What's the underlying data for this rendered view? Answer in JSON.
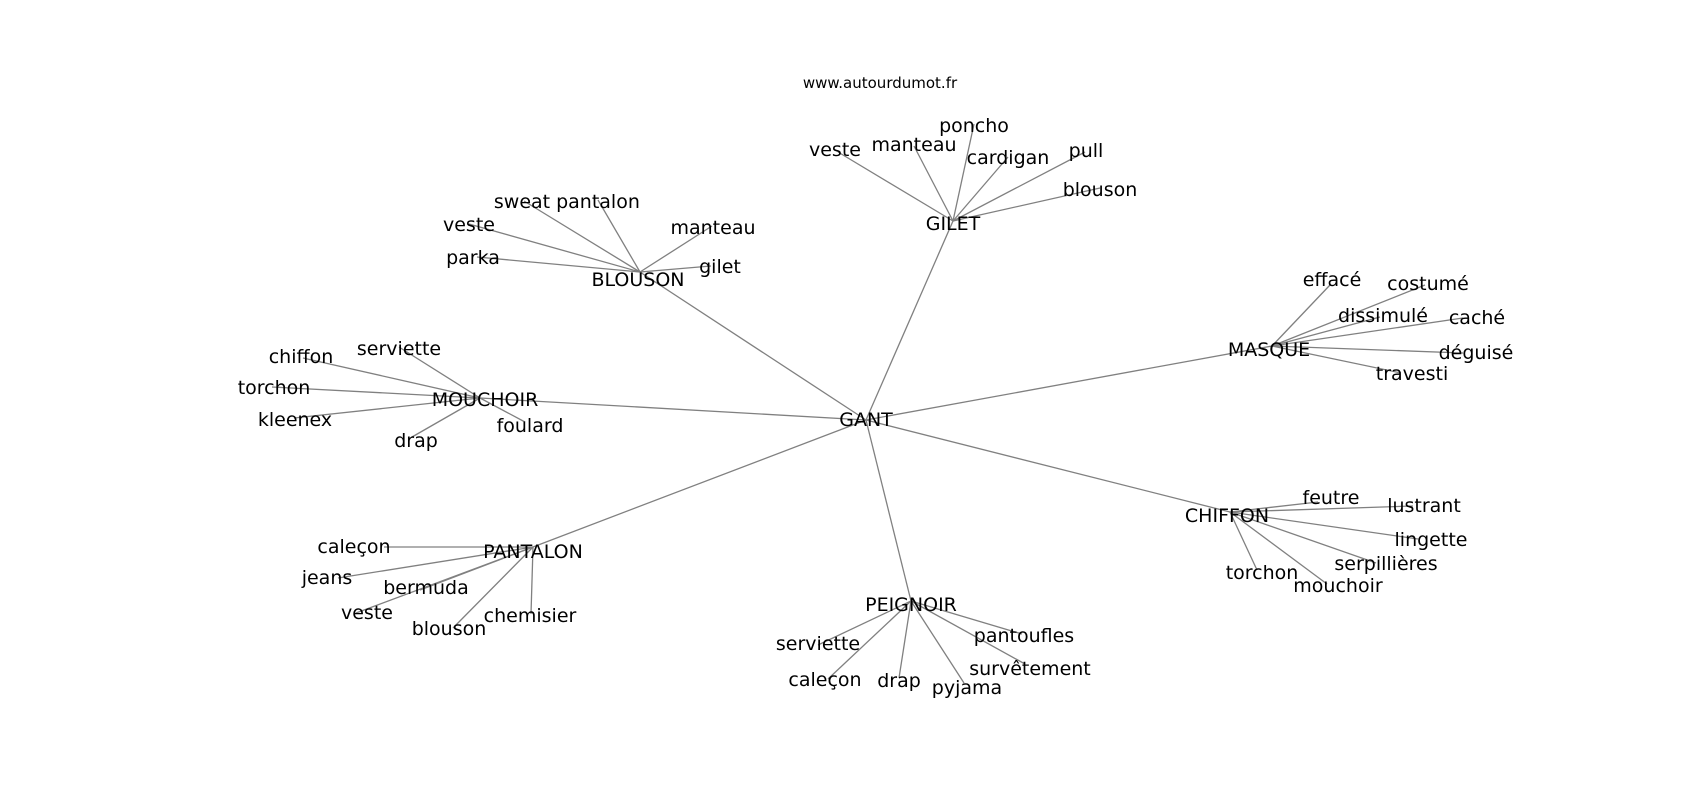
{
  "source": "www.autourdumot.fr",
  "colors": {
    "edge": "#808080",
    "text": "#000000",
    "background": "#ffffff"
  },
  "graph": {
    "root": "GANT",
    "clusters": [
      {
        "label": "GILET",
        "children": [
          "veste",
          "manteau",
          "poncho",
          "cardigan",
          "pull",
          "blouson"
        ]
      },
      {
        "label": "BLOUSON",
        "children": [
          "sweat",
          "pantalon",
          "veste",
          "manteau",
          "parka",
          "gilet"
        ]
      },
      {
        "label": "MOUCHOIR",
        "children": [
          "chiffon",
          "serviette",
          "torchon",
          "kleenex",
          "drap",
          "foulard"
        ]
      },
      {
        "label": "MASQUE",
        "children": [
          "effacé",
          "costumé",
          "dissimulé",
          "caché",
          "déguisé",
          "travesti"
        ]
      },
      {
        "label": "CHIFFON",
        "children": [
          "feutre",
          "lustrant",
          "lingette",
          "serpillières",
          "torchon",
          "mouchoir"
        ]
      },
      {
        "label": "PANTALON",
        "children": [
          "caleçon",
          "jeans",
          "bermuda",
          "veste",
          "blouson",
          "chemisier"
        ]
      },
      {
        "label": "PEIGNOIR",
        "children": [
          "serviette",
          "caleçon",
          "drap",
          "pyjama",
          "pantoufles",
          "survêtement"
        ]
      }
    ]
  }
}
